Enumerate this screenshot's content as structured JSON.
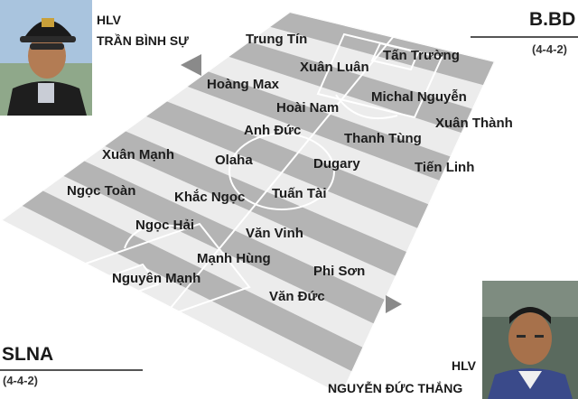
{
  "home": {
    "coach_title": "HLV",
    "coach_name": "TRẦN BÌNH SỰ",
    "team": "B.BD",
    "formation": "(4-4-2)"
  },
  "away": {
    "coach_title": "HLV",
    "coach_name": "NGUYỄN ĐỨC THẮNG",
    "team": "SLNA",
    "formation": "(4-4-2)"
  },
  "players": [
    "Trung Tín",
    "Tấn Trường",
    "Xuân Luân",
    "Hoàng Max",
    "Hoài Nam",
    "Michal Nguyễn",
    "Xuân Thành",
    "Anh Đức",
    "Thanh Tùng",
    "Xuân Mạnh",
    "Olaha",
    "Dugary",
    "Tiến Linh",
    "Ngọc Toàn",
    "Khắc Ngọc",
    "Tuấn Tài",
    "Ngọc Hải",
    "Văn Vinh",
    "Mạnh Hùng",
    "Phi Sơn",
    "Nguyên Mạnh",
    "Văn Đức"
  ],
  "colors": {
    "stripe_light": "#ececec",
    "stripe_dark": "#b4b4b4",
    "pitch_line": "#ffffff",
    "arrow": "#8a8a8a",
    "rule": "#555555"
  }
}
